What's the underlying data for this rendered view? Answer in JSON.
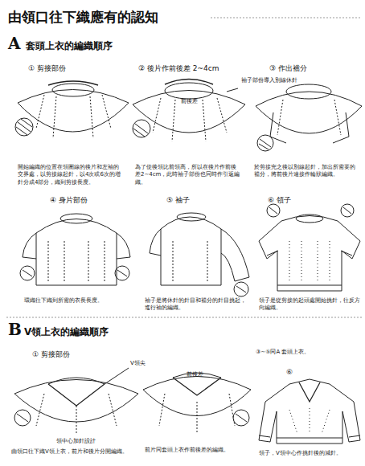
{
  "diagram": {
    "title": "由領口往下織應有的認知",
    "labels": [
      "A",
      "套頭上衣的編織順序",
      "① 剪接部份",
      "② 後片作前後差 2~4cm",
      "③ 作出襠分",
      "前後差",
      "袖子部份導入別線休針",
      "開始編織的位置在領圍線的後片和左袖的交界處，以剪接線起針，以4次或6次的增針分成4部分，織到剪接長度。",
      "為了使後領比前領高，所以在後片作前後差2~4cm，此時袖子部份也同時作引返編織。",
      "於剪接完之後以別線起針，加出所需要的襠分，將前後片連接作輪狀編織。",
      "④ 身片部份",
      "⑤ 袖子",
      "⑥ 領子",
      "環織往下織到所需的衣長長度。",
      "袖子是將休針的針目和襠分的針目挑起，進行袖的編織。",
      "領子是從剪接的起頭處開始挑針，往反方向編織。",
      "B",
      "V領上衣的編織順序",
      "① 剪接部份",
      "V領尖",
      "領中心加針設計",
      "前後差",
      "③~⑤同A 套頭上衣。",
      "⑥",
      "由領口往下織V領上衣，前片和後片分開編織。",
      "前片同套頭上衣作前後差的編織。",
      "領子，V領中心作挑針後的減針。"
    ]
  }
}
